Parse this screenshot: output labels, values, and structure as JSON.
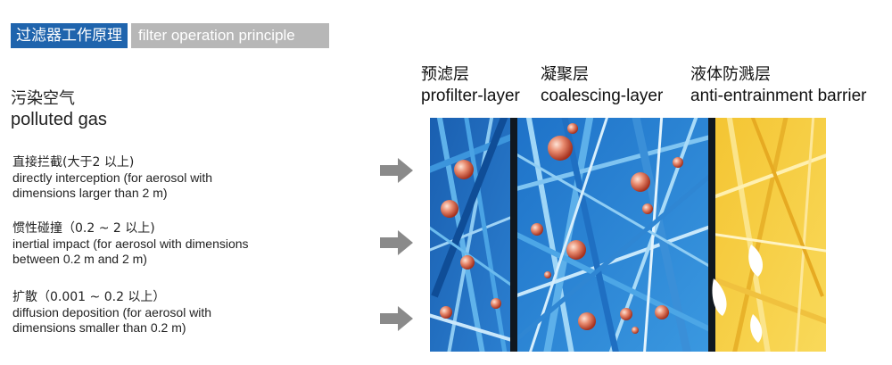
{
  "title": {
    "zh": "过滤器工作原理",
    "en": "filter operation principle"
  },
  "gas": {
    "zh": "污染空气",
    "en": "polluted gas"
  },
  "mechanisms": [
    {
      "zh": "直接拦截(大于2  以上)",
      "line1": "directly interception (for aerosol with",
      "line2": "dimensions larger than 2  m)"
    },
    {
      "zh": "惯性碰撞（0.2 ~ 2  以上)",
      "line1": "inertial impact (for aerosol with dimensions",
      "line2": "between 0.2  m and 2  m)"
    },
    {
      "zh": "扩散（0.001 ~ 0.2  以上）",
      "line1": "diffusion deposition (for aerosol with",
      "line2": "dimensions smaller than 0.2  m)"
    }
  ],
  "layers": [
    {
      "zh": "预滤层",
      "en": "profilter-layer"
    },
    {
      "zh": "凝聚层",
      "en": "coalescing-layer"
    },
    {
      "zh": "液体防溅层",
      "en": "anti-entrainment barrier"
    }
  ],
  "colors": {
    "title_zh_bg": "#1f64ad",
    "title_en_bg": "#b7b7b7",
    "arrow": "#8a8a8a",
    "prefilter": "#1d67bb",
    "coalescing": "#2a86d6",
    "barrier": "#f6cd3c",
    "particle": "#d4543e"
  }
}
